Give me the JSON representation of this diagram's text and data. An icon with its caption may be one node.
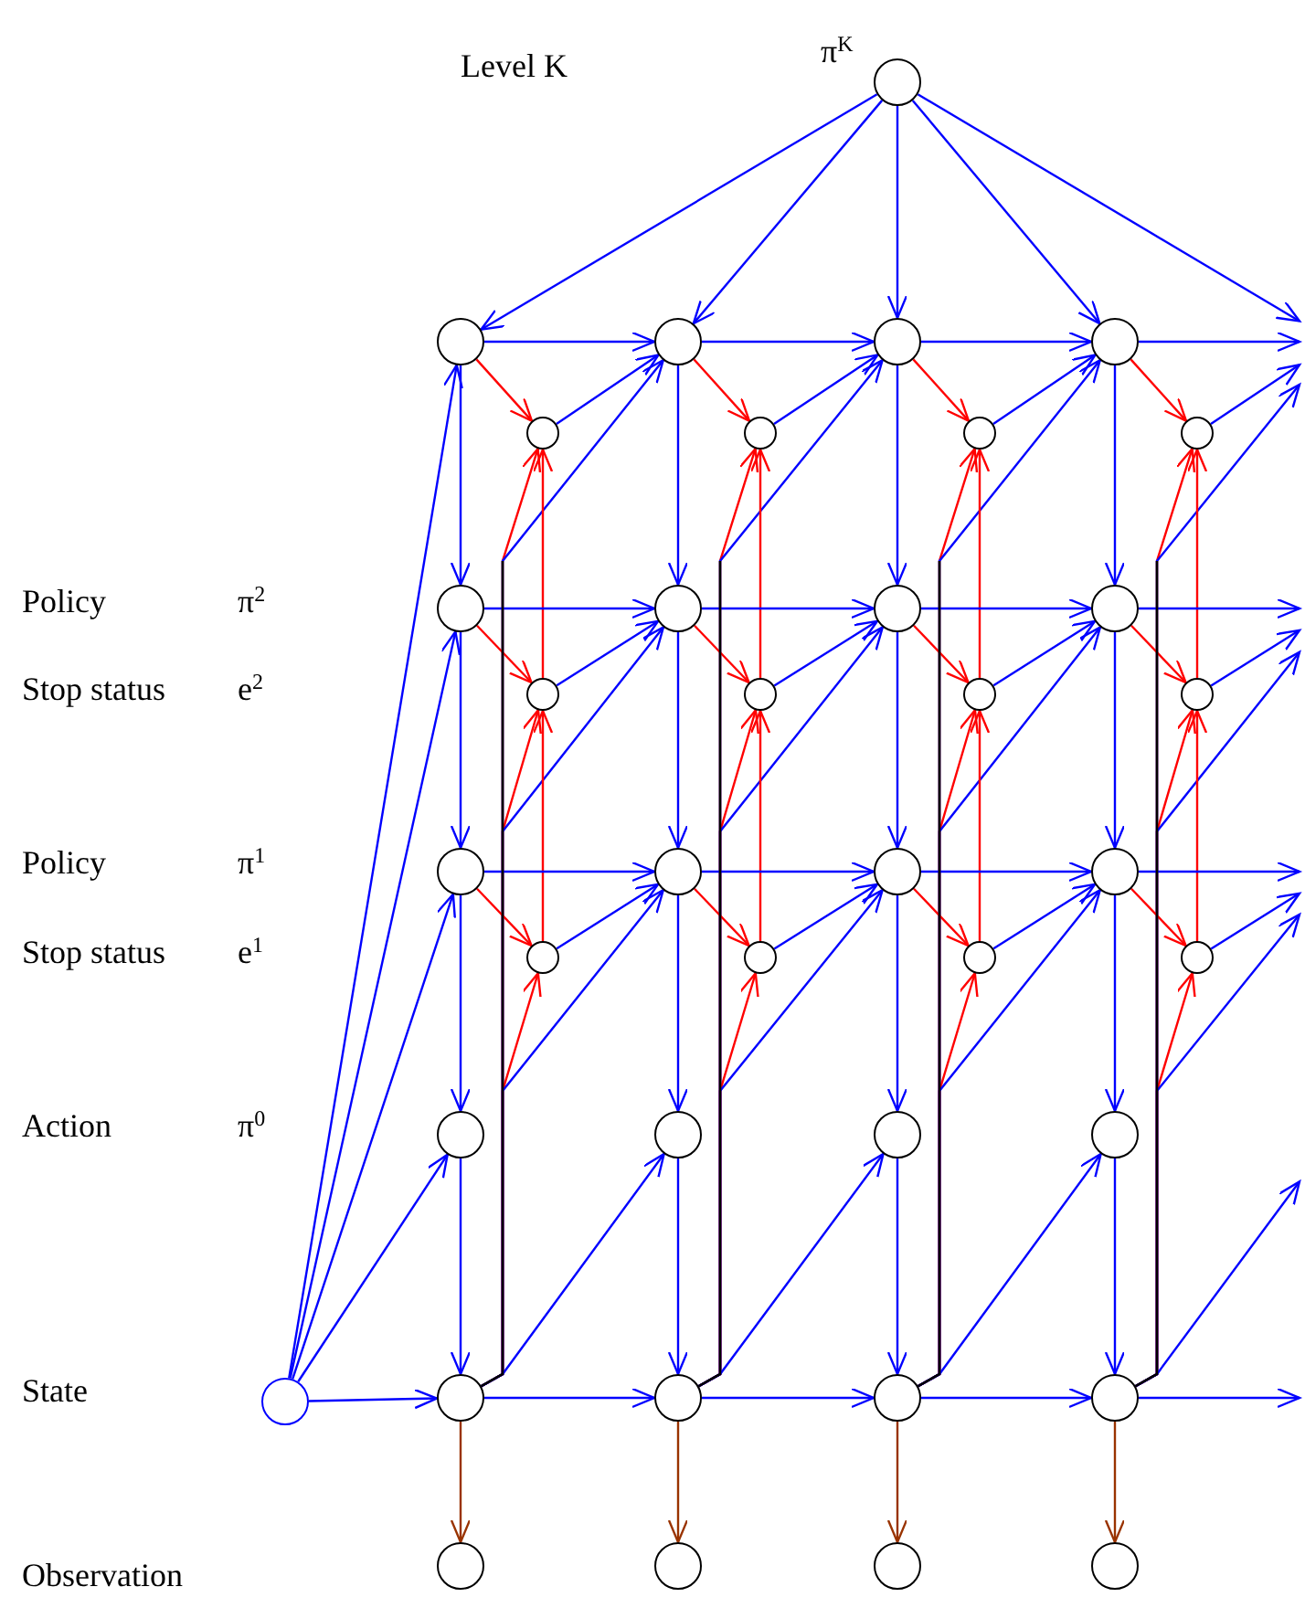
{
  "diagram": {
    "nodes": [
      {
        "text": [],
        "shape": "circle",
        "beside": [
          "π$^{K}$"
        ]
      },
      {
        "text": [],
        "shape": "circle"
      },
      {
        "text": [],
        "shape": "circle"
      },
      {
        "text": [],
        "shape": "circle"
      },
      {
        "text": [],
        "shape": "circle"
      },
      {
        "text": [],
        "shape": "circle"
      },
      {
        "text": [],
        "shape": "circle"
      },
      {
        "text": [],
        "shape": "circle"
      },
      {
        "text": [],
        "shape": "circle"
      },
      {
        "text": [],
        "shape": "circle"
      },
      {
        "text": [],
        "shape": "circle"
      },
      {
        "text": [],
        "shape": "circle"
      },
      {
        "text": [],
        "shape": "circle"
      },
      {
        "text": [],
        "shape": "circle"
      },
      {
        "text": [],
        "shape": "circle"
      },
      {
        "text": [],
        "shape": "circle"
      },
      {
        "text": [],
        "shape": "circle"
      },
      {
        "text": [],
        "shape": "circle"
      },
      {
        "text": [],
        "shape": "circle"
      },
      {
        "text": [],
        "shape": "circle"
      },
      {
        "text": [],
        "shape": "circle"
      },
      {
        "text": [],
        "shape": "circle"
      },
      {
        "text": [],
        "shape": "circle"
      },
      {
        "text": [],
        "shape": "circle"
      },
      {
        "text": [],
        "shape": "circle"
      },
      {
        "text": [],
        "shape": "circle"
      },
      {
        "text": [],
        "shape": "circle"
      },
      {
        "text": [],
        "shape": "circle"
      },
      {
        "text": [],
        "shape": "circle"
      },
      {
        "text": [],
        "shape": "circle"
      },
      {
        "text": [],
        "shape": "circle"
      },
      {
        "text": [],
        "shape": "circle"
      },
      {
        "text": [],
        "shape": "circle"
      },
      {
        "text": [],
        "shape": "circle"
      },
      {
        "text": [],
        "shape": "circle"
      },
      {
        "text": [],
        "shape": "circle"
      },
      {
        "text": [],
        "shape": "circle"
      },
      {
        "text": [],
        "shape": "circle"
      }
    ],
    "edges": [
      {
        "from": 0,
        "to": 1,
        "arrow": "to"
      },
      {
        "from": 0,
        "to": 10,
        "arrow": "to"
      },
      {
        "from": 0,
        "to": 19,
        "arrow": "to"
      },
      {
        "from": 0,
        "to": 28,
        "arrow": "to"
      },
      {
        "from": 0,
        "to": null,
        "arrow": "to"
      },
      {
        "from": 37,
        "to": 1,
        "arrow": "to"
      },
      {
        "from": 37,
        "to": 3,
        "arrow": "to"
      },
      {
        "from": 37,
        "to": 5,
        "arrow": "to"
      },
      {
        "from": 37,
        "to": 7,
        "arrow": "to"
      },
      {
        "from": 37,
        "to": 8,
        "arrow": "to"
      },
      {
        "from": 1,
        "to": 10,
        "arrow": "to"
      },
      {
        "from": 1,
        "to": 3,
        "arrow": "to"
      },
      {
        "from": 1,
        "to": 2,
        "arrow": "to",
        "color": "#ff0000"
      },
      {
        "from": 2,
        "to": 10,
        "arrow": "to"
      },
      {
        "from": 8,
        "to": 2,
        "arrow": "to",
        "color": "#ff0000"
      },
      {
        "from": 8,
        "to": 10,
        "arrow": "to"
      },
      {
        "from": 4,
        "to": 2,
        "arrow": "to",
        "color": "#ff0000"
      },
      {
        "from": 3,
        "to": 12,
        "arrow": "to"
      },
      {
        "from": 3,
        "to": 5,
        "arrow": "to"
      },
      {
        "from": 3,
        "to": 4,
        "arrow": "to",
        "color": "#ff0000"
      },
      {
        "from": 4,
        "to": 12,
        "arrow": "to"
      },
      {
        "from": 8,
        "to": 4,
        "arrow": "to",
        "color": "#ff0000"
      },
      {
        "from": 8,
        "to": 12,
        "arrow": "to"
      },
      {
        "from": 6,
        "to": 4,
        "arrow": "to",
        "color": "#ff0000"
      },
      {
        "from": 5,
        "to": 14,
        "arrow": "to"
      },
      {
        "from": 5,
        "to": 7,
        "arrow": "to"
      },
      {
        "from": 5,
        "to": 6,
        "arrow": "to",
        "color": "#ff0000"
      },
      {
        "from": 6,
        "to": 14,
        "arrow": "to"
      },
      {
        "from": 8,
        "to": 6,
        "arrow": "to",
        "color": "#ff0000"
      },
      {
        "from": 8,
        "to": 14,
        "arrow": "to"
      },
      {
        "from": 7,
        "to": 8,
        "arrow": "to"
      },
      {
        "from": 8,
        "to": 17,
        "arrow": "to"
      },
      {
        "from": 8,
        "to": 16,
        "arrow": "to"
      },
      {
        "from": 8,
        "to": 9,
        "arrow": "to",
        "color": "#993300"
      },
      {
        "from": 10,
        "to": 19,
        "arrow": "to"
      },
      {
        "from": 10,
        "to": 12,
        "arrow": "to"
      },
      {
        "from": 10,
        "to": 11,
        "arrow": "to",
        "color": "#ff0000"
      },
      {
        "from": 11,
        "to": 19,
        "arrow": "to"
      },
      {
        "from": 17,
        "to": 11,
        "arrow": "to",
        "color": "#ff0000"
      },
      {
        "from": 17,
        "to": 19,
        "arrow": "to"
      },
      {
        "from": 13,
        "to": 11,
        "arrow": "to",
        "color": "#ff0000"
      },
      {
        "from": 12,
        "to": 21,
        "arrow": "to"
      },
      {
        "from": 12,
        "to": 14,
        "arrow": "to"
      },
      {
        "from": 12,
        "to": 13,
        "arrow": "to",
        "color": "#ff0000"
      },
      {
        "from": 13,
        "to": 21,
        "arrow": "to"
      },
      {
        "from": 17,
        "to": 13,
        "arrow": "to",
        "color": "#ff0000"
      },
      {
        "from": 17,
        "to": 21,
        "arrow": "to"
      },
      {
        "from": 15,
        "to": 13,
        "arrow": "to",
        "color": "#ff0000"
      },
      {
        "from": 14,
        "to": 23,
        "arrow": "to"
      },
      {
        "from": 14,
        "to": 16,
        "arrow": "to"
      },
      {
        "from": 14,
        "to": 15,
        "arrow": "to",
        "color": "#ff0000"
      },
      {
        "from": 15,
        "to": 23,
        "arrow": "to"
      },
      {
        "from": 17,
        "to": 15,
        "arrow": "to",
        "color": "#ff0000"
      },
      {
        "from": 17,
        "to": 23,
        "arrow": "to"
      },
      {
        "from": 16,
        "to": 17,
        "arrow": "to"
      },
      {
        "from": 17,
        "to": 26,
        "arrow": "to"
      },
      {
        "from": 17,
        "to": 25,
        "arrow": "to"
      },
      {
        "from": 17,
        "to": 18,
        "arrow": "to",
        "color": "#993300"
      },
      {
        "from": 19,
        "to": 28,
        "arrow": "to"
      },
      {
        "from": 19,
        "to": 21,
        "arrow": "to"
      },
      {
        "from": 19,
        "to": 20,
        "arrow": "to",
        "color": "#ff0000"
      },
      {
        "from": 20,
        "to": 28,
        "arrow": "to"
      },
      {
        "from": 26,
        "to": 20,
        "arrow": "to",
        "color": "#ff0000"
      },
      {
        "from": 26,
        "to": 28,
        "arrow": "to"
      },
      {
        "from": 22,
        "to": 20,
        "arrow": "to",
        "color": "#ff0000"
      },
      {
        "from": 21,
        "to": 30,
        "arrow": "to"
      },
      {
        "from": 21,
        "to": 23,
        "arrow": "to"
      },
      {
        "from": 21,
        "to": 22,
        "arrow": "to",
        "color": "#ff0000"
      },
      {
        "from": 22,
        "to": 30,
        "arrow": "to"
      },
      {
        "from": 26,
        "to": 22,
        "arrow": "to",
        "color": "#ff0000"
      },
      {
        "from": 26,
        "to": 30,
        "arrow": "to"
      },
      {
        "from": 24,
        "to": 22,
        "arrow": "to",
        "color": "#ff0000"
      },
      {
        "from": 23,
        "to": 32,
        "arrow": "to"
      },
      {
        "from": 23,
        "to": 25,
        "arrow": "to"
      },
      {
        "from": 23,
        "to": 24,
        "arrow": "to",
        "color": "#ff0000"
      },
      {
        "from": 24,
        "to": 32,
        "arrow": "to"
      },
      {
        "from": 26,
        "to": 24,
        "arrow": "to",
        "color": "#ff0000"
      },
      {
        "from": 26,
        "to": 32,
        "arrow": "to"
      },
      {
        "from": 25,
        "to": 26,
        "arrow": "to"
      },
      {
        "from": 26,
        "to": 35,
        "arrow": "to"
      },
      {
        "from": 26,
        "to": 34,
        "arrow": "to"
      },
      {
        "from": 26,
        "to": 27,
        "arrow": "to",
        "color": "#993300"
      },
      {
        "from": 28,
        "to": null,
        "arrow": "to"
      },
      {
        "from": 28,
        "to": 30,
        "arrow": "to"
      },
      {
        "from": 28,
        "to": 29,
        "arrow": "to",
        "color": "#ff0000"
      },
      {
        "from": 29,
        "to": null,
        "arrow": "to"
      },
      {
        "from": 35,
        "to": 29,
        "arrow": "to",
        "color": "#ff0000"
      },
      {
        "from": 35,
        "to": null,
        "arrow": "to"
      },
      {
        "from": 31,
        "to": 29,
        "arrow": "to",
        "color": "#ff0000"
      },
      {
        "from": 30,
        "to": null,
        "arrow": "to"
      },
      {
        "from": 30,
        "to": 32,
        "arrow": "to"
      },
      {
        "from": 30,
        "to": 31,
        "arrow": "to",
        "color": "#ff0000"
      },
      {
        "from": 31,
        "to": null,
        "arrow": "to"
      },
      {
        "from": 35,
        "to": 31,
        "arrow": "to",
        "color": "#ff0000"
      },
      {
        "from": 35,
        "to": null,
        "arrow": "to"
      },
      {
        "from": 33,
        "to": 31,
        "arrow": "to",
        "color": "#ff0000"
      },
      {
        "from": 32,
        "to": null,
        "arrow": "to"
      },
      {
        "from": 32,
        "to": 34,
        "arrow": "to"
      },
      {
        "from": 32,
        "to": 33,
        "arrow": "to",
        "color": "#ff0000"
      },
      {
        "from": 33,
        "to": null,
        "arrow": "to"
      },
      {
        "from": 35,
        "to": 33,
        "arrow": "to",
        "color": "#ff0000"
      },
      {
        "from": 35,
        "to": null,
        "arrow": "to"
      },
      {
        "from": 34,
        "to": 35,
        "arrow": "to"
      },
      {
        "from": 35,
        "to": null,
        "arrow": "to"
      },
      {
        "from": 35,
        "to": null,
        "arrow": "to"
      },
      {
        "from": 35,
        "to": 36,
        "arrow": "to",
        "color": "#993300"
      }
    ],
    "labels": [
      "Level K",
      "Policy",
      "π$^{2}$",
      "Stop status",
      "e$^{2}$",
      "Policy",
      "π$^{1}$",
      "Stop status",
      "e$^{1}$",
      "Action",
      "π$^{0}$",
      "State",
      "Observation"
    ]
  }
}
